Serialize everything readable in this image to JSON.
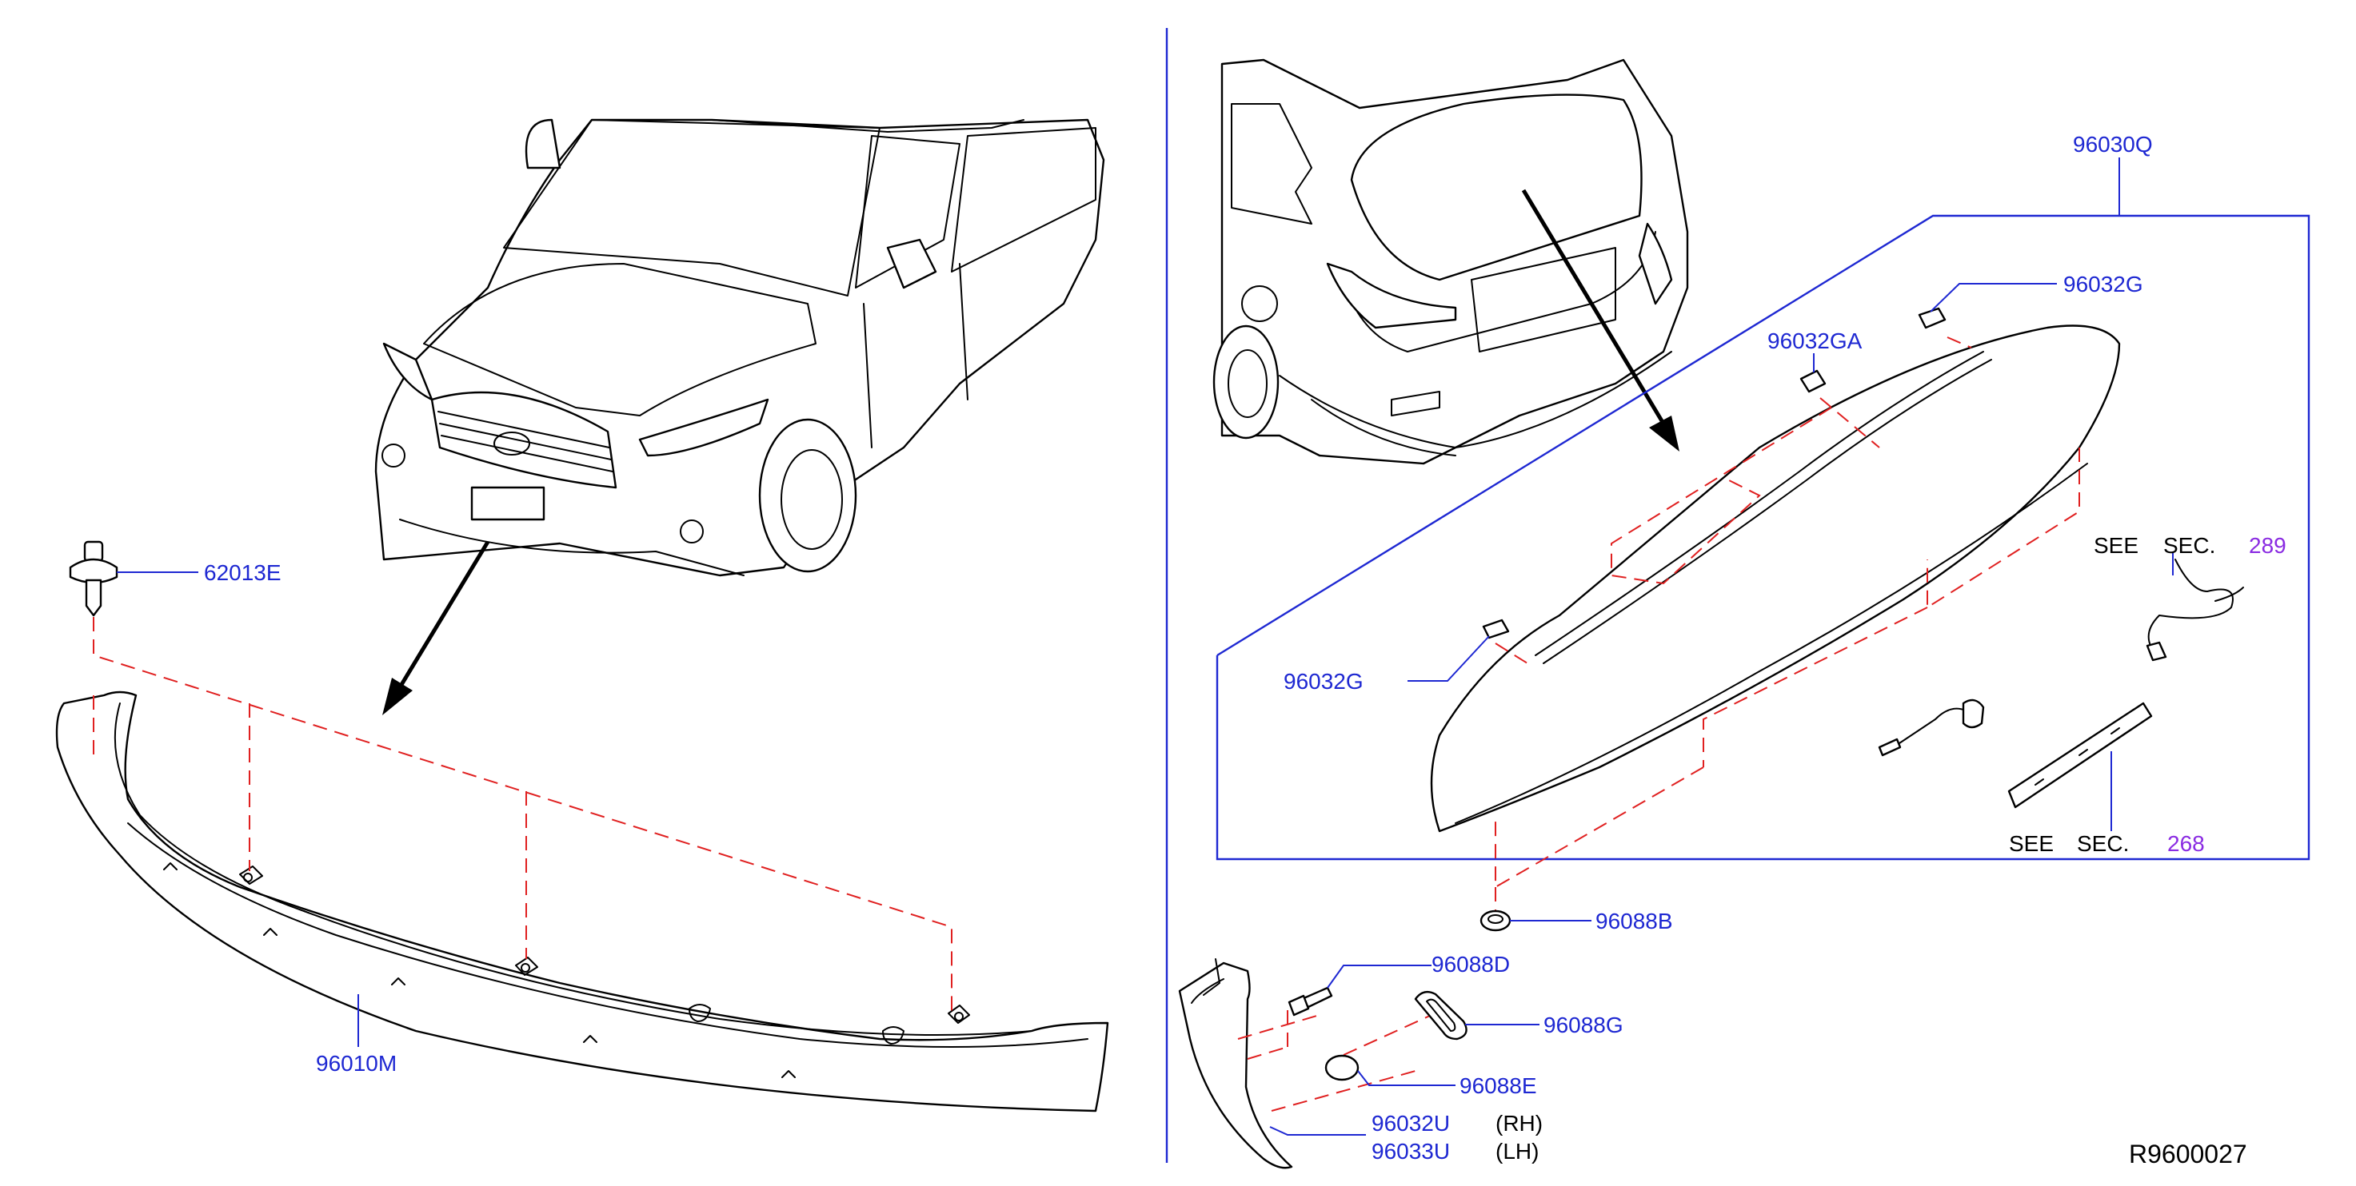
{
  "diagram_id": "R9600027",
  "front": {
    "clip_part": "62013E",
    "spoiler_part": "96010M"
  },
  "rear": {
    "assembly_part": "96030Q",
    "clip_left_part": "96032G",
    "clip_right_part": "96032G",
    "clip_center_part": "96032GA",
    "see_sec_top": {
      "see": "SEE",
      "sec": "SEC.",
      "number": "289"
    },
    "see_sec_bottom": {
      "see": "SEE",
      "sec": "SEC.",
      "number": "268"
    },
    "grommet_b_part": "96088B",
    "clip_d_part": "96088D",
    "seal_g_part": "96088G",
    "cap_e_part": "96088E",
    "side_rh_part": "96032U",
    "side_rh_side": "(RH)",
    "side_lh_part": "96033U",
    "side_lh_side": "(LH)"
  },
  "colors": {
    "label": "#1e28d2",
    "section_ref": "#8a2be2",
    "install_line": "#e02020",
    "linework": "#000000"
  }
}
